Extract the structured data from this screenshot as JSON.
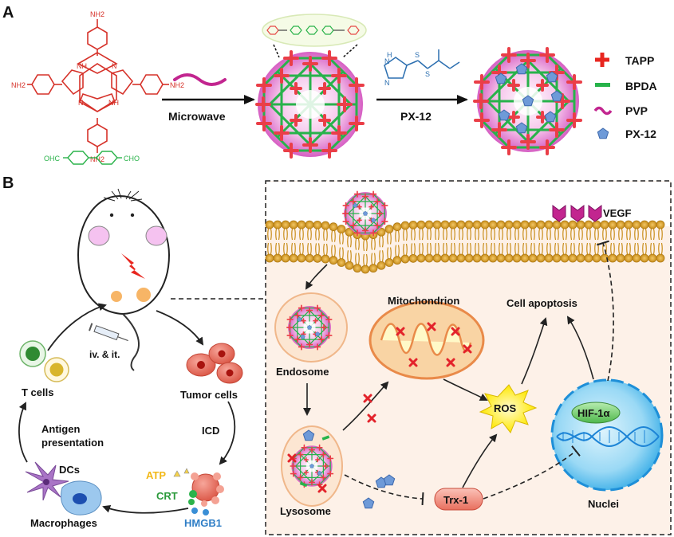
{
  "panels": {
    "a": "A",
    "b": "B"
  },
  "panel_a": {
    "tapp_amine_labels": [
      "NH2",
      "NH2",
      "NH2",
      "NH2"
    ],
    "tapp_nh_labels": [
      "NH",
      "NH",
      "N",
      "N"
    ],
    "bpda_left": "OHC",
    "bpda_right": "CHO",
    "step1_label": "Microwave",
    "step2_label": "PX-12",
    "px12_atoms": [
      "H",
      "N",
      "N",
      "S",
      "S"
    ],
    "legend": [
      {
        "label": "TAPP",
        "color": "#e8261f",
        "shape": "cross"
      },
      {
        "label": "BPDA",
        "color": "#27b34a",
        "shape": "bar"
      },
      {
        "label": "PVP",
        "color": "#c2258f",
        "shape": "wave"
      },
      {
        "label": "PX-12",
        "color": "#4d7fc4",
        "shape": "pentagon"
      }
    ]
  },
  "panel_b": {
    "route": "iv. & it.",
    "t_cells": "T cells",
    "tumor_cells": "Tumor cells",
    "antigen_line1": "Antigen",
    "antigen_line2": "presentation",
    "icd": "ICD",
    "dcs": "DCs",
    "macrophages": "Macrophages",
    "atp": "ATP",
    "crt": "CRT",
    "hmgb1": "HMGB1",
    "vegf": "VEGF",
    "endosome": "Endosome",
    "mitochondrion": "Mitochondrion",
    "cell_apoptosis": "Cell apoptosis",
    "ros": "ROS",
    "lysosome": "Lysosome",
    "trx1": "Trx-1",
    "hif1a": "HIF-1α",
    "nuclei": "Nuclei"
  }
}
